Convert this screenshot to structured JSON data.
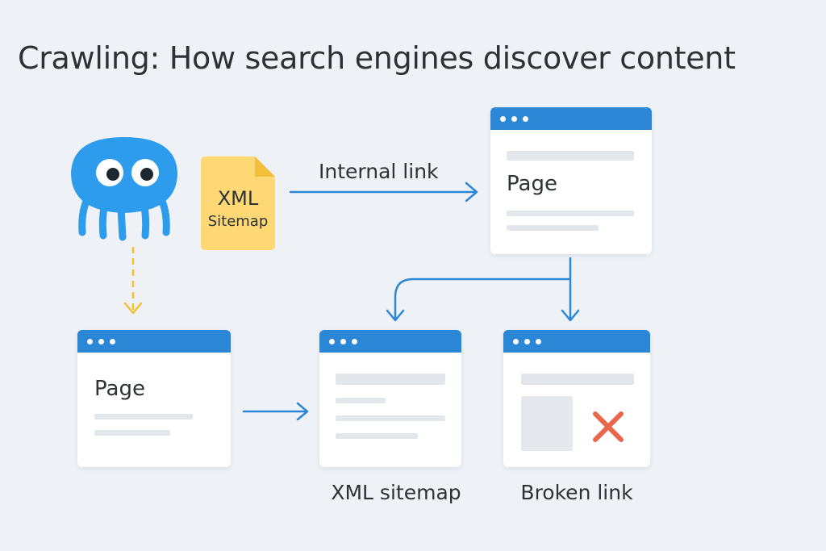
{
  "title": "Crawling: How search engines discover content",
  "sitemap_doc": {
    "line1": "XML",
    "line2": "Sitemap"
  },
  "internal_link_label": "Internal link",
  "windows": {
    "top_page": {
      "title": "Page"
    },
    "left_page": {
      "title": "Page"
    },
    "sitemap_page": {
      "caption": "XML sitemap"
    },
    "broken_page": {
      "caption": "Broken link"
    }
  },
  "colors": {
    "crawler": "#2d9cec",
    "window_bar": "#2b87d6",
    "arrow": "#2b87d6",
    "dashed_arrow": "#f2c230",
    "sitemap_doc": "#fdd874",
    "broken_x": "#e8664a"
  },
  "icons": {
    "crawler": "spider-bot-icon",
    "sitemap": "xml-document-icon",
    "broken": "red-x-icon"
  }
}
